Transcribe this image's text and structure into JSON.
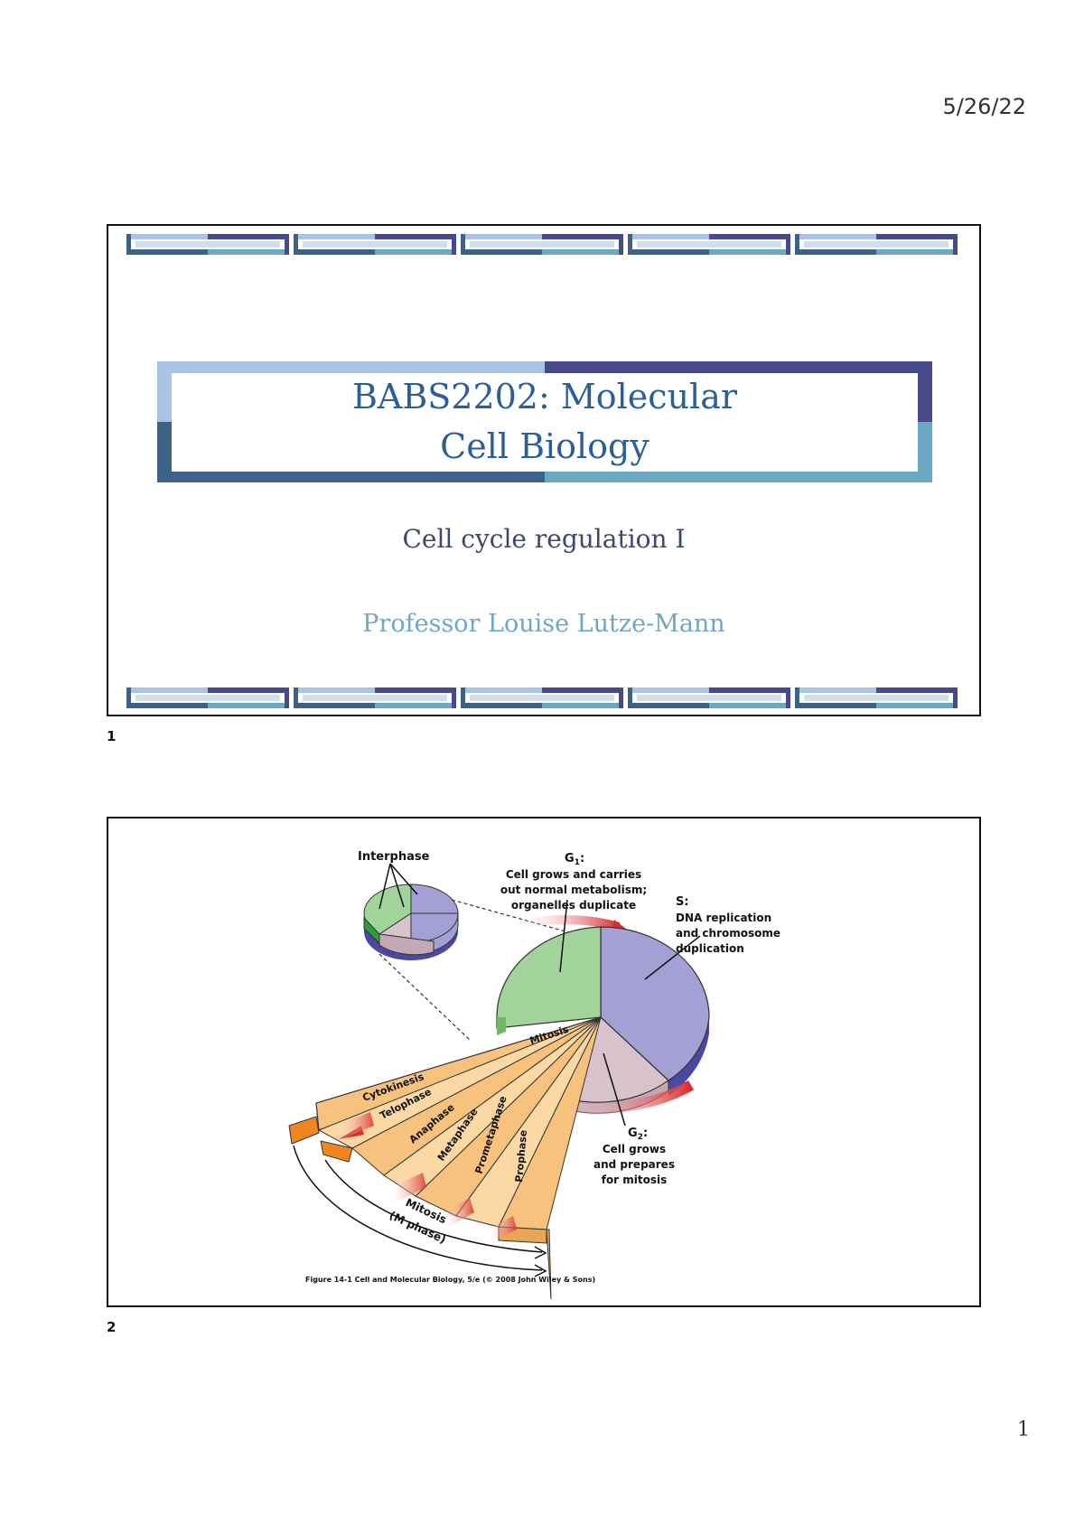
{
  "page": {
    "date": "5/26/22",
    "number": "1"
  },
  "colors": {
    "light_blue": "#a8c3e4",
    "navy": "#46498a",
    "steel_blue": "#3c6288",
    "teal": "#6aa9c4",
    "g1_green": "#a2d39a",
    "s_purple": "#a49fd4",
    "g2_mauve": "#d8c3cc",
    "mitosis_orange": "#f7c27e"
  },
  "slide1": {
    "number": "1",
    "title_line1": "BABS2202: Molecular",
    "title_line2": "Cell Biology",
    "subtitle": "Cell cycle regulation I",
    "presenter": "Professor Louise Lutze-Mann"
  },
  "slide2": {
    "number": "2",
    "figure": {
      "interphase_label": "Interphase",
      "g1_title": "G",
      "g1_sub": "1",
      "g1_lines": [
        "Cell grows and carries",
        "out normal metabolism;",
        "organelles duplicate"
      ],
      "s_title": "S:",
      "s_lines": [
        "DNA replication",
        "and chromosome",
        "duplication"
      ],
      "g2_title": "G",
      "g2_sub": "2",
      "g2_lines": [
        "Cell grows",
        "and prepares",
        "for mitosis"
      ],
      "mitosis_wedge_label": "Mitosis",
      "phases": [
        "Cytokinesis",
        "Telophase",
        "Anaphase",
        "Metaphase",
        "Prometaphase",
        "Prophase"
      ],
      "mitosis_arc_line1": "Mitosis",
      "mitosis_arc_line2": "(M phase)",
      "caption": "Figure 14-1 Cell and Molecular Biology, 5/e (© 2008 John Wiley & Sons)"
    }
  }
}
